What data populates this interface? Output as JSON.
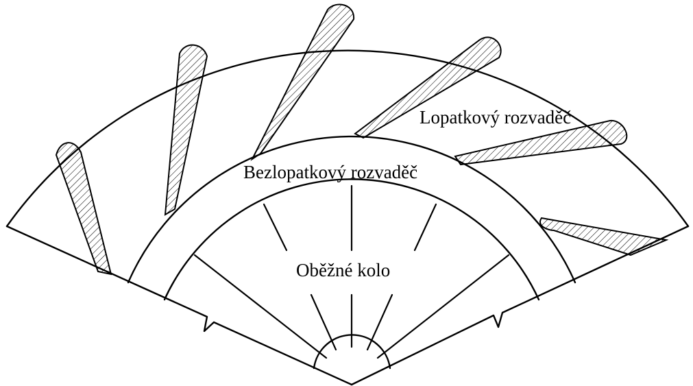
{
  "labels": {
    "vaned_diffuser": "Lopatkový rozvaděč",
    "vaneless_diffuser": "Bezlopatkový rozvaděč",
    "impeller": "Oběžné kolo"
  },
  "colors": {
    "stroke": "#000000",
    "hatch": "#000000",
    "background": "#ffffff"
  }
}
